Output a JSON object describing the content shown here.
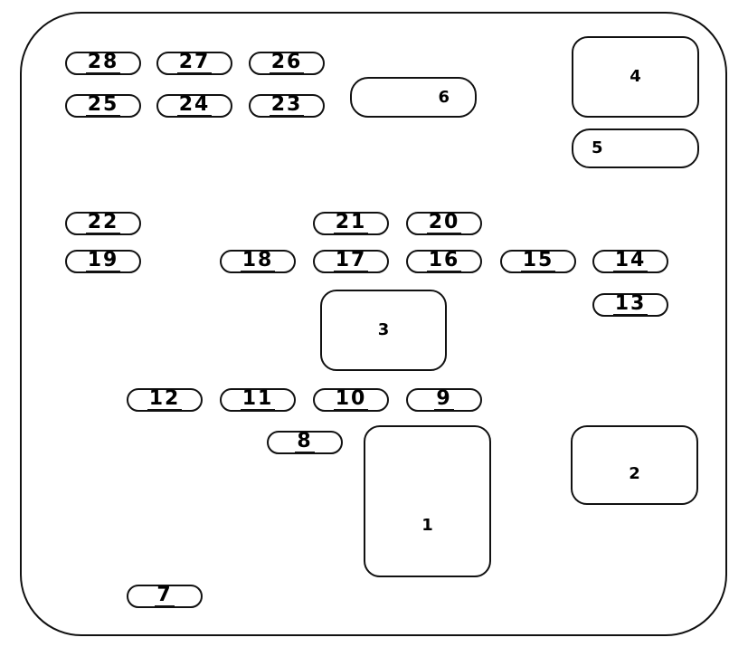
{
  "fuse_box": {
    "slots": {
      "r1": "1",
      "r2": "2",
      "r3": "3",
      "r4": "4",
      "r5": "5",
      "r6": "6",
      "f7": "7",
      "f8": "8",
      "f9": "9",
      "f10": "10",
      "f11": "11",
      "f12": "12",
      "f13": "13",
      "f14": "14",
      "f15": "15",
      "f16": "16",
      "f17": "17",
      "f18": "18",
      "f19": "19",
      "f20": "20",
      "f21": "21",
      "f22": "22",
      "f23": "23",
      "f24": "24",
      "f25": "25",
      "f26": "26",
      "f27": "27",
      "f28": "28"
    }
  }
}
